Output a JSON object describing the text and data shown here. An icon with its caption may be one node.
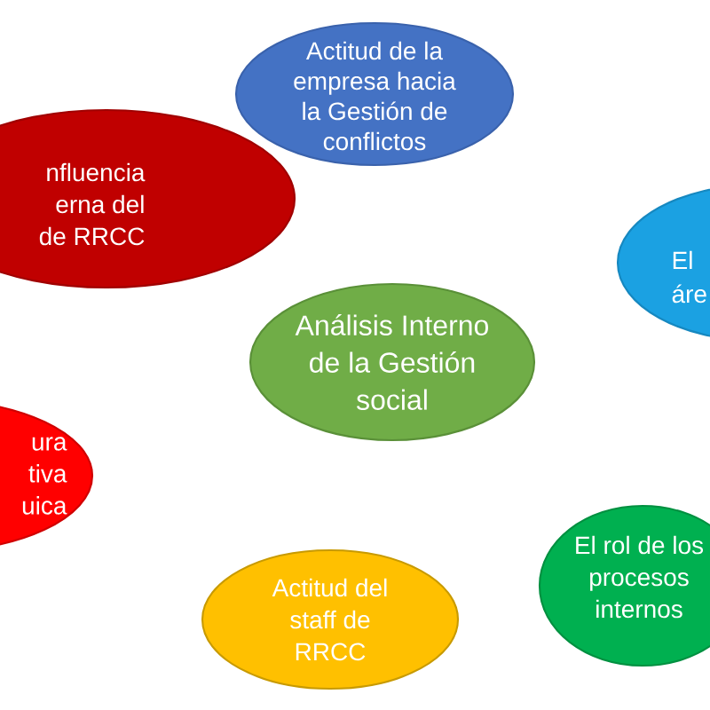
{
  "diagram": {
    "nodes": [
      {
        "text": [
          "Actitud de la empresa hacia la Gestión de conflictos"
        ]
      },
      {
        "text": [
          "nfluencia erna del de RRCC"
        ]
      },
      {
        "text": [
          "El áre"
        ]
      },
      {
        "text": [
          "Análisis Interno de la Gestión social"
        ]
      },
      {
        "text": [
          "ura tiva uica"
        ]
      },
      {
        "text": [
          "El rol de los procesos internos"
        ]
      },
      {
        "text": [
          "Actitud del staff de RRCC"
        ]
      }
    ]
  }
}
